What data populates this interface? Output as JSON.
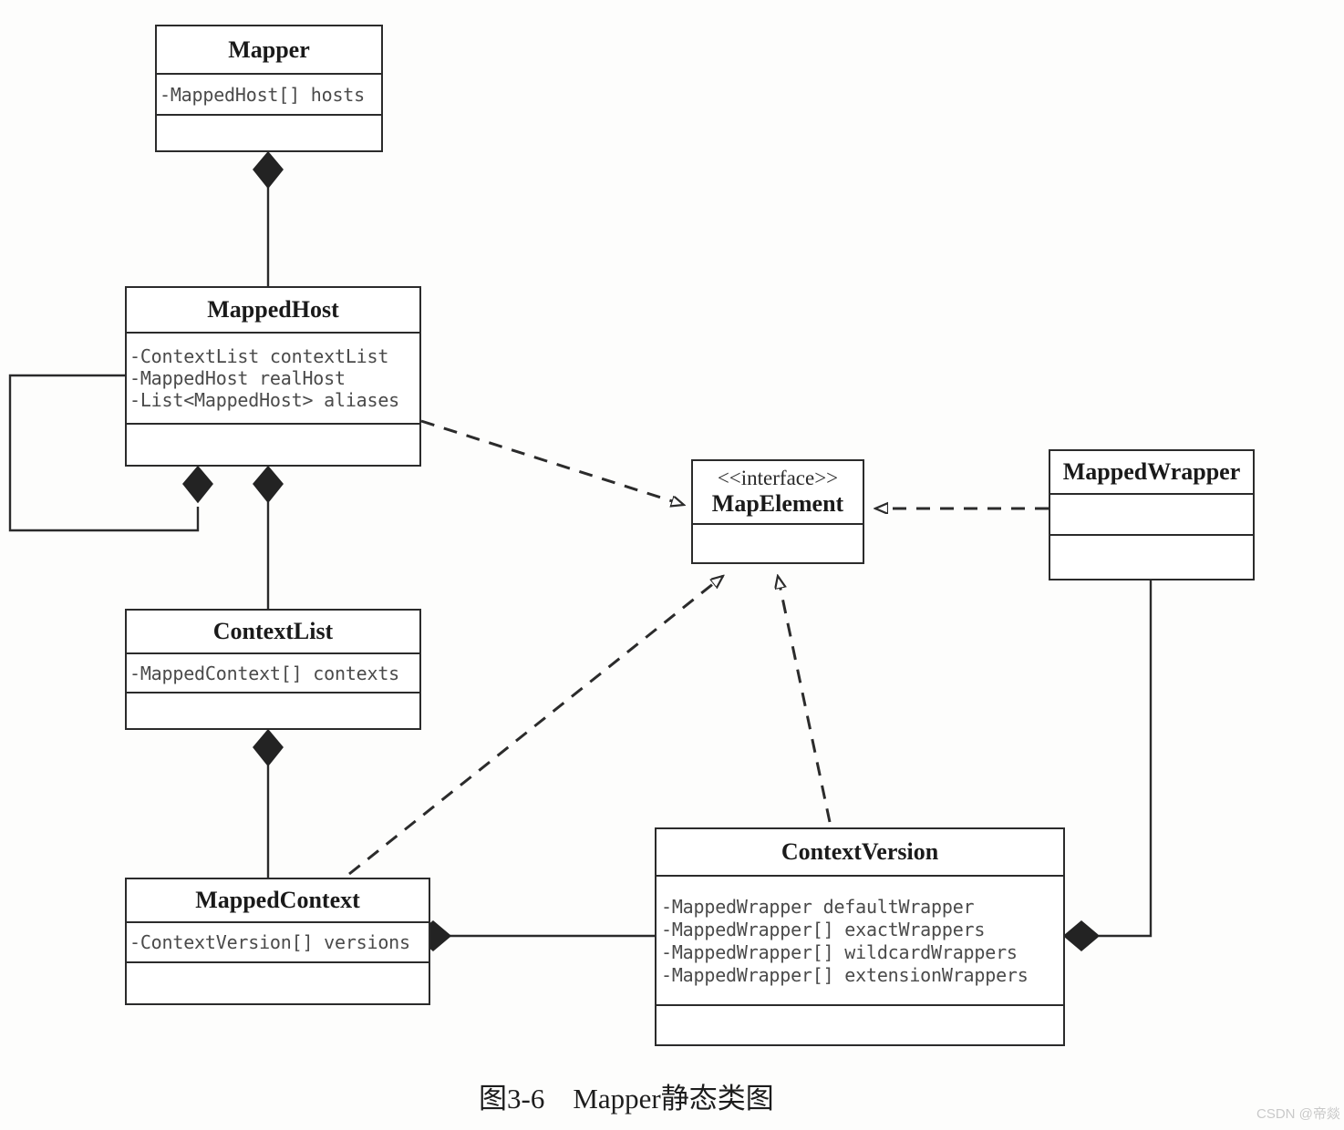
{
  "diagram": {
    "caption": "图3-6　Mapper静态类图",
    "watermark": "CSDN @帝燚",
    "line_color": "#2b2b2b"
  },
  "classes": {
    "mapper": {
      "name": "Mapper",
      "attributes": [
        "-MappedHost[] hosts"
      ]
    },
    "mapped_host": {
      "name": "MappedHost",
      "attributes": [
        "-ContextList contextList",
        "-MappedHost realHost",
        "-List<MappedHost> aliases"
      ]
    },
    "context_list": {
      "name": "ContextList",
      "attributes": [
        "-MappedContext[] contexts"
      ]
    },
    "mapped_context": {
      "name": "MappedContext",
      "attributes": [
        "-ContextVersion[] versions"
      ]
    },
    "map_element": {
      "stereotype": "<<interface>>",
      "name": "MapElement",
      "attributes": []
    },
    "mapped_wrapper": {
      "name": "MappedWrapper",
      "attributes": []
    },
    "context_version": {
      "name": "ContextVersion",
      "attributes": [
        "-MappedWrapper defaultWrapper",
        "-MappedWrapper[] exactWrappers",
        "-MappedWrapper[] wildcardWrappers",
        "-MappedWrapper[] extensionWrappers"
      ]
    }
  },
  "relationships": [
    {
      "id": "mapper-composes-mappedhost",
      "type": "composition",
      "from": "Mapper",
      "to": "MappedHost"
    },
    {
      "id": "mappedhost-self-composition",
      "type": "composition",
      "from": "MappedHost",
      "to": "MappedHost"
    },
    {
      "id": "mappedhost-composes-contextlist",
      "type": "composition",
      "from": "MappedHost",
      "to": "ContextList"
    },
    {
      "id": "contextlist-composes-mappedcontext",
      "type": "composition",
      "from": "ContextList",
      "to": "MappedContext"
    },
    {
      "id": "mappedcontext-composes-contextversion",
      "type": "composition",
      "from": "MappedContext",
      "to": "ContextVersion"
    },
    {
      "id": "contextversion-composes-mappedwrapper",
      "type": "composition",
      "from": "ContextVersion",
      "to": "MappedWrapper"
    },
    {
      "id": "mappedhost-realizes-mapelement",
      "type": "realization",
      "from": "MappedHost",
      "to": "MapElement"
    },
    {
      "id": "mappedcontext-realizes-mapelement",
      "type": "realization",
      "from": "MappedContext",
      "to": "MapElement"
    },
    {
      "id": "contextversion-realizes-mapelement",
      "type": "realization",
      "from": "ContextVersion",
      "to": "MapElement"
    },
    {
      "id": "mappedwrapper-realizes-mapelement",
      "type": "realization",
      "from": "MappedWrapper",
      "to": "MapElement"
    }
  ]
}
